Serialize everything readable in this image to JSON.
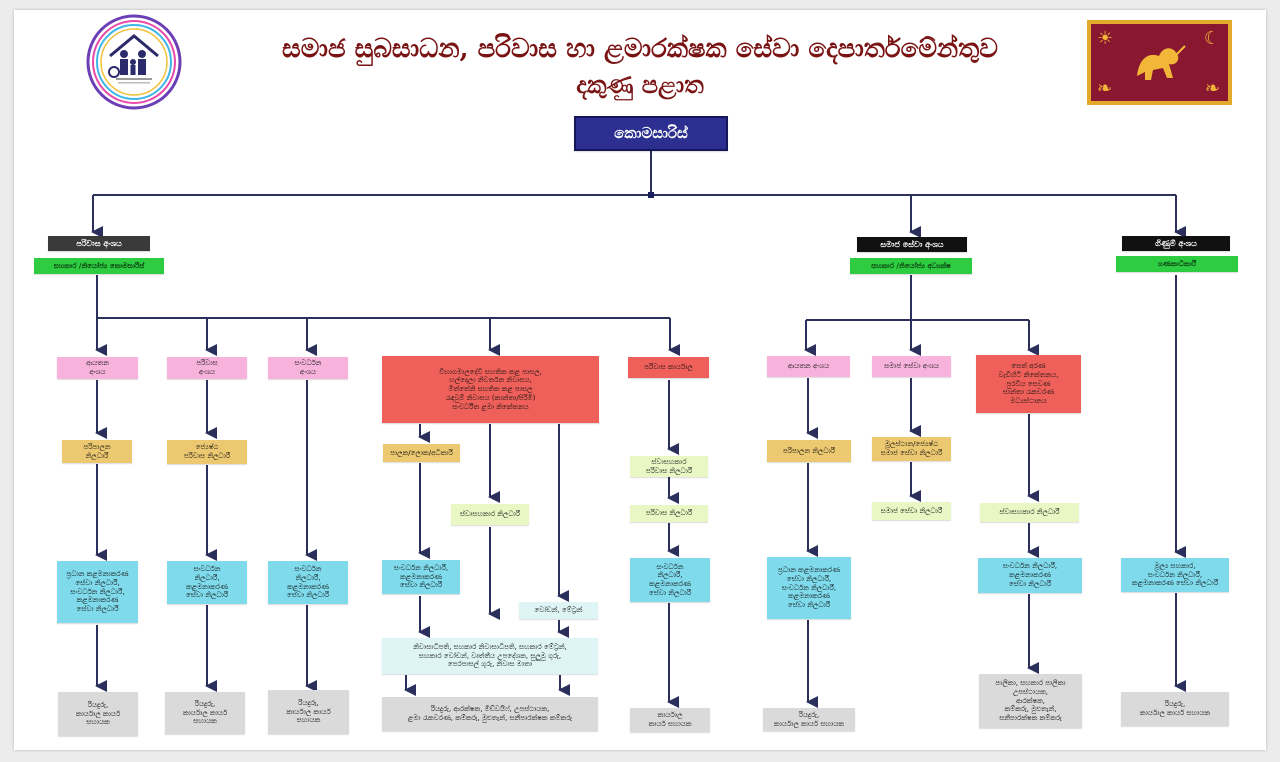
{
  "header": {
    "title_line1": "සමාජ සුබසාධන, පරිවාස හා ළමාරක්ෂක සේවා දෙපාර්තමේන්තුව",
    "title_line2": "දකුණු පළාත",
    "logo_icon": "department-logo-icon",
    "flag_icon": "sri-lanka-flag-icon"
  },
  "root": {
    "label": "කොමසාරිස්"
  },
  "branches": {
    "probation": {
      "title": "පරිවාස අංශය",
      "subtitle": "සහකාර /නියෝජ්‍ය කොමසාරිස්"
    },
    "social": {
      "title": "සමාජ සේවා අංශය",
      "subtitle": "සහකාර /නියෝජ්‍ය අධ්‍යක්ෂ"
    },
    "accounts": {
      "title": "ගිණුම් අංශය",
      "subtitle": "ගණකාධිකාරී"
    }
  },
  "nodes": {
    "c1_a": "ආයතන\nඅංශය",
    "c1_b": "පරිපාලන\nනිලධාරී",
    "c1_c": "ප්‍රධාන කළමනාකරණ\nසේවා නිලධාරී,\nසංවර්ධන නිලධාරී,\nකළමනාකරණ\nසේවා නිලධාරී",
    "c1_d": "රියදුරු,\nකාර්යාල කාර්ය\nසහායක",
    "c2_a": "පරිවාස\nඅංශය",
    "c2_b": "ජ්‍යෙෂ්ඨ\nපරිවාස නිලධාරී",
    "c2_c": "සංවර්ධන\nනිලධාරී,\nකළමනාකරණ\nසේවා නිලධාරී",
    "c2_d": "රියදුරු,\nකාර්යාල කාර්ය\nසහායක",
    "c3_a": "සංවර්ධන\nඅංශය",
    "c3_c": "සංවර්ධන\nනිලධාරී,\nකළමනාකරණ\nසේවා නිලධාරී",
    "c3_d": "රියදුරු,\nකාර්යාල කාර්ය\nසහායක",
    "c4_a": "විභාගමාලදේවි සහතික කළ පාසල,\nහල්දොලා නිවර්තන නිවාසය,\nමිත්තේනි සහතික කළ පාසල\nරැඳවුම් නිවාසය (කාන්තා/පිරිමි)\nසංවර්ධිත ළමා නිකේතනය",
    "c4_b": "පාලක/ලොක/අධිකාරී",
    "c4_c": "ස්වාසහකාර නිලධාරී",
    "c4_d": "සංවර්ධන නිලධාරී,\nකළමනාකරණ\nසේවා නිලධාරී",
    "c4_e": "වෝඩන්, මේට්‍රන්",
    "c4_f": "නිවාසාධිපති, සහකාර නිවාසාධිපති, සහකාර මේට්‍රන්,\nසහකාර වෝඩන්, වෘත්තීය උපදේශක, සුලුමු ගුරු,\nපෙරපාසල් ගුරු, නිවාස මාතා",
    "c4_g": "රියදුරු, ආරක්ෂක, මිඩ්වයිෆ්, උපස්ථායක,\nළමා රැකවරණ, කම්කරු, මුළුතැන්, සනීපාරක්ෂක කම්කරු",
    "c5_a": "පරිවාස කාර්යාල",
    "c5_b": "ස්වාසහකාර\nපරිවාස නිලධාරී",
    "c5_c": "පරිවාස නිලධාරී",
    "c5_d": "සංවර්ධන\nනිලධාරී,\nකළමනාකරණ\nසේවා නිලධාරී",
    "c5_e": "කාර්යාල\nකාර්ය සහායක",
    "c6_a": "ආයතන අංශය",
    "c6_b": "පරිපාලන නිලධාරී",
    "c6_c": "ප්‍රධාන කළමනාකරණ\nසේවා නිලධාරී,\nසංවර්ධන නිලධාරී,\nකළමනාකරණ\nසේවා නිලධාරී",
    "c6_d": "රියදුරු,\nකාර්යාල කාර්ය සහායක",
    "c7_a": "සමාජ සේවා අංශය",
    "c7_b": "මූලස්ථාන/ජ්‍යෙෂ්ඨ\nසමාජ සේවා නිලධාරී",
    "c7_c": "සමාජ සේවා නිලධාරී",
    "c8_a": "සෙත් අරණ\nවැඩිහිටි නිකේතනය,\nපුරවිය සෙවණ\nසාන්තා රැකවරණ\nමධ්‍යස්ථානය",
    "c8_b": "ස්වාසහකාර නිලධාරී",
    "c8_c": "සංවර්ධන නිලධාරී,\nකළමනාකරණ\nසේවා නිලධාරී",
    "c8_d": "පාලිකා, සහකාර පාලිකා\nඋපස්ථායක,\nආරක්ෂක,\nකම්කරු, මුළුතැන්,\nසනීපාරක්ෂක කම්කරු",
    "c9_c": "මූල්‍ය සහකාර,\nසංවර්ධන නිලධාරී,\nකළමනාකරණ සේවා නිලධාරී",
    "c9_d": "රියදුරු,\nකාර්යාල කාර්ය සහායක"
  },
  "colors": {
    "root": "#2c2f8f",
    "title": "#7a1414",
    "line": "#2a2f5c",
    "pink": "#f7b3db",
    "gold": "#ecc870",
    "cyan": "#7fdbec",
    "red": "#f0605a",
    "green": "#2ecc40",
    "grey": "#dadada"
  }
}
